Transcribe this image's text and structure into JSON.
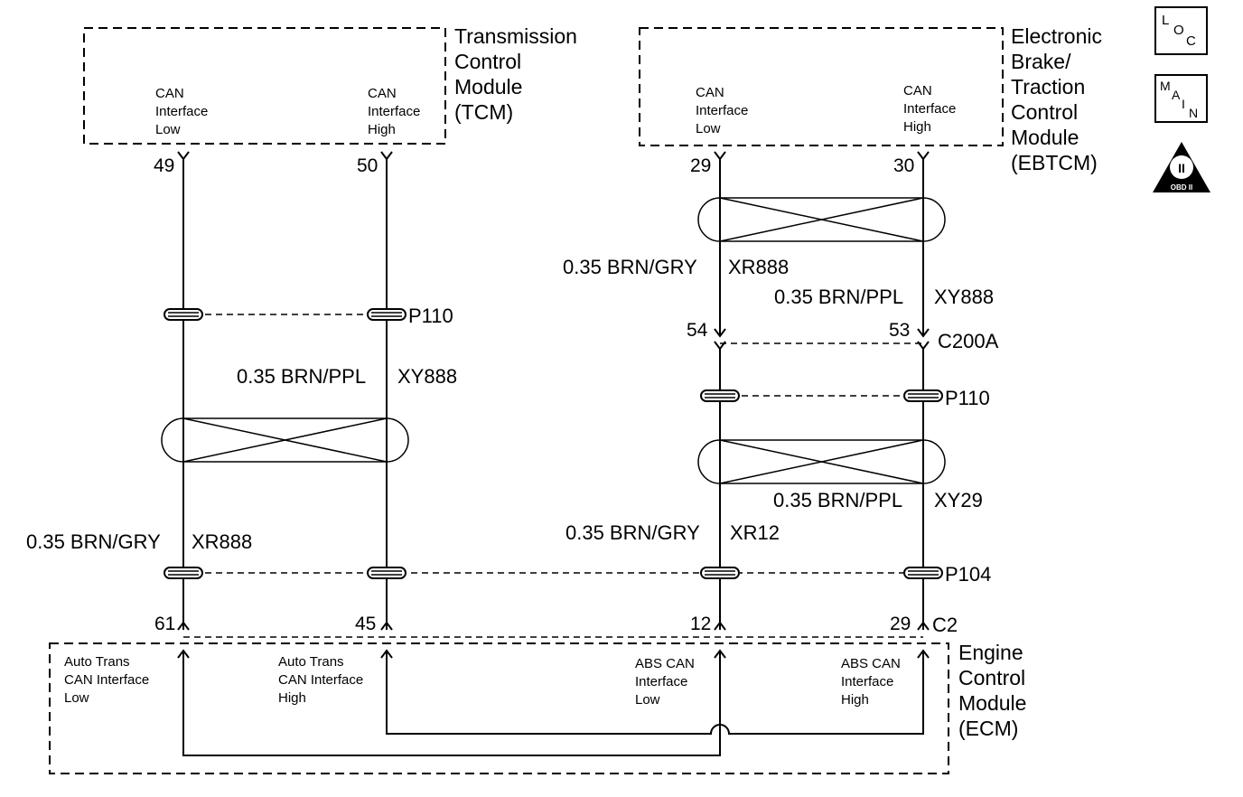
{
  "tcm": {
    "title_lines": [
      "Transmission",
      "Control",
      "Module",
      "(TCM)"
    ],
    "pin_low": {
      "lines": [
        "CAN",
        "Interface",
        "Low"
      ],
      "number": "49"
    },
    "pin_high": {
      "lines": [
        "CAN",
        "Interface",
        "High"
      ],
      "number": "50"
    }
  },
  "ebtcm": {
    "title_lines": [
      "Electronic",
      "Brake/",
      "Traction",
      "Control",
      "Module",
      "(EBTCM)"
    ],
    "pin_low": {
      "lines": [
        "CAN",
        "Interface",
        "Low"
      ],
      "number": "29"
    },
    "pin_high": {
      "lines": [
        "CAN",
        "Interface",
        "High"
      ],
      "number": "30"
    }
  },
  "ecm": {
    "title_lines": [
      "Engine",
      "Control",
      "Module",
      "(ECM)"
    ],
    "connector": "C2",
    "pins": [
      {
        "number": "61",
        "lines": [
          "Auto Trans",
          "CAN Interface",
          "Low"
        ]
      },
      {
        "number": "45",
        "lines": [
          "Auto Trans",
          "CAN Interface",
          "High"
        ]
      },
      {
        "number": "12",
        "lines": [
          "ABS CAN",
          "Interface",
          "Low"
        ]
      },
      {
        "number": "29",
        "lines": [
          "ABS CAN",
          "Interface",
          "High"
        ]
      }
    ]
  },
  "splices": {
    "p110_left": "P110",
    "c200a": {
      "label": "C200A",
      "pin_left": "54",
      "pin_right": "53"
    },
    "p110_right": "P110",
    "p104": "P104"
  },
  "wires": {
    "left_ppl": {
      "size_color": "0.35 BRN/PPL",
      "circuit": "XY888"
    },
    "left_gry": {
      "size_color": "0.35 BRN/GRY",
      "circuit": "XR888"
    },
    "right_upper_gry": {
      "size_color": "0.35 BRN/GRY",
      "circuit": "XR888"
    },
    "right_upper_ppl": {
      "size_color": "0.35 BRN/PPL",
      "circuit": "XY888"
    },
    "right_lower_ppl": {
      "size_color": "0.35 BRN/PPL",
      "circuit": "XY29"
    },
    "right_lower_gry": {
      "size_color": "0.35 BRN/GRY",
      "circuit": "XR12"
    }
  },
  "icons": {
    "loc": {
      "name": "loc-icon",
      "letters": [
        "L",
        "O",
        "C"
      ]
    },
    "main": {
      "name": "main-icon",
      "letters": [
        "M",
        "A",
        "I",
        "N"
      ]
    },
    "obd": {
      "name": "obd-ii-icon",
      "roman": "II",
      "label": "OBD II"
    }
  }
}
